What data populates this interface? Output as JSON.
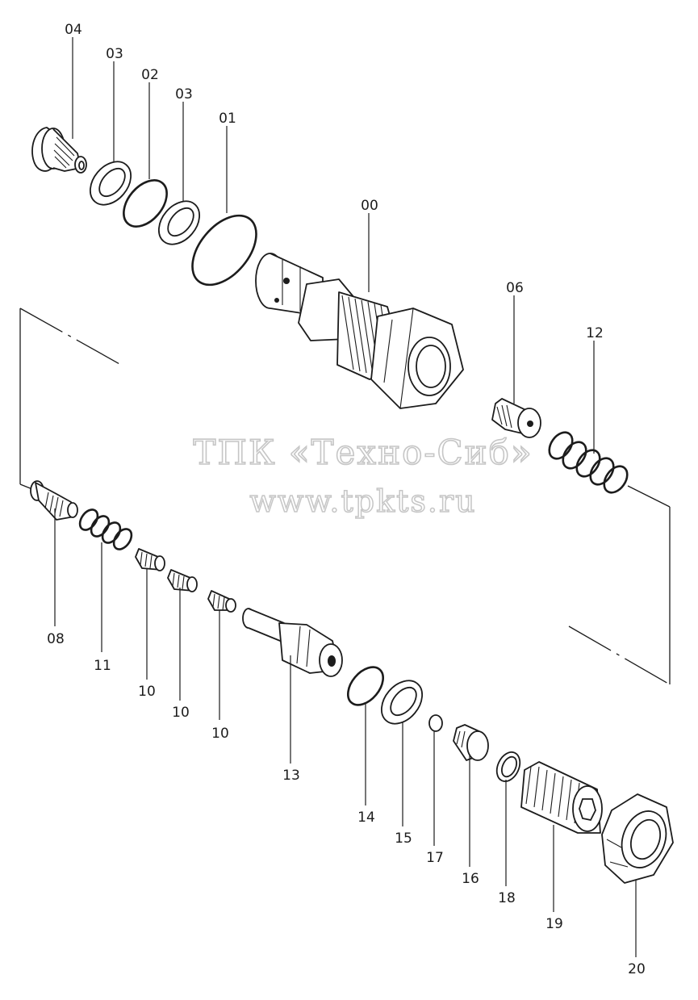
{
  "watermark": {
    "company": "ТПК «Техно-Сиб»",
    "url": "www.tpkts.ru"
  },
  "labels": {
    "p04": "04",
    "p03a": "03",
    "p02": "02",
    "p03b": "03",
    "p01": "01",
    "p00": "00",
    "p06": "06",
    "p12": "12",
    "p08": "08",
    "p11": "11",
    "p10a": "10",
    "p10b": "10",
    "p10c": "10",
    "p13": "13",
    "p14": "14",
    "p15": "15",
    "p17": "17",
    "p16": "16",
    "p18": "18",
    "p19": "19",
    "p20": "20"
  }
}
